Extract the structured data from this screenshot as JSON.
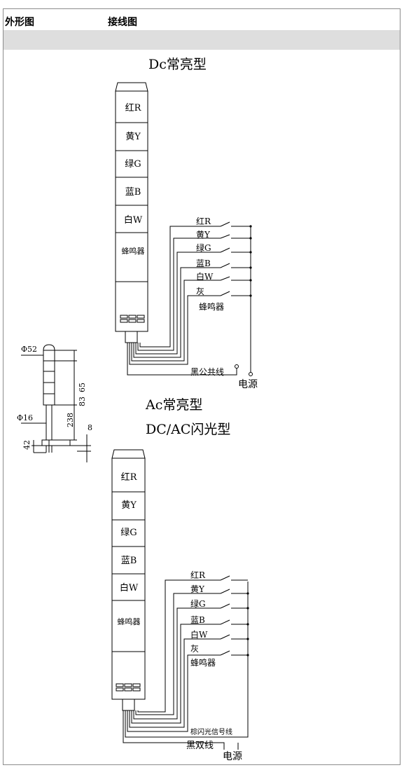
{
  "header": {
    "col1": "外形图",
    "col2": "接线图"
  },
  "dc": {
    "title": "Dc常亮型",
    "tower": [
      "红R",
      "黄Y",
      "绿G",
      "蓝B",
      "白W",
      "蜂鸣器"
    ],
    "wires": [
      "红R",
      "黄Y",
      "绿G",
      "蓝B",
      "白W",
      "灰",
      "蜂鸣器"
    ],
    "common": "黑公共线",
    "power": "电源"
  },
  "ac": {
    "title1": "Ac常亮型",
    "title2": "DC/AC闪光型",
    "tower": [
      "红R",
      "黄Y",
      "绿G",
      "蓝B",
      "白W",
      "蜂鸣器"
    ],
    "wires": [
      "红R",
      "黄Y",
      "绿G",
      "蓝B",
      "白W",
      "灰",
      "蜂鸣器"
    ],
    "flash": "棕闪光信号线",
    "common": "黑双线",
    "power": "电源"
  },
  "dims": {
    "d52": "Φ52",
    "d16": "Φ16",
    "h65": "65",
    "h83": "83",
    "h238": "238",
    "h42": "42",
    "h8": "8"
  }
}
